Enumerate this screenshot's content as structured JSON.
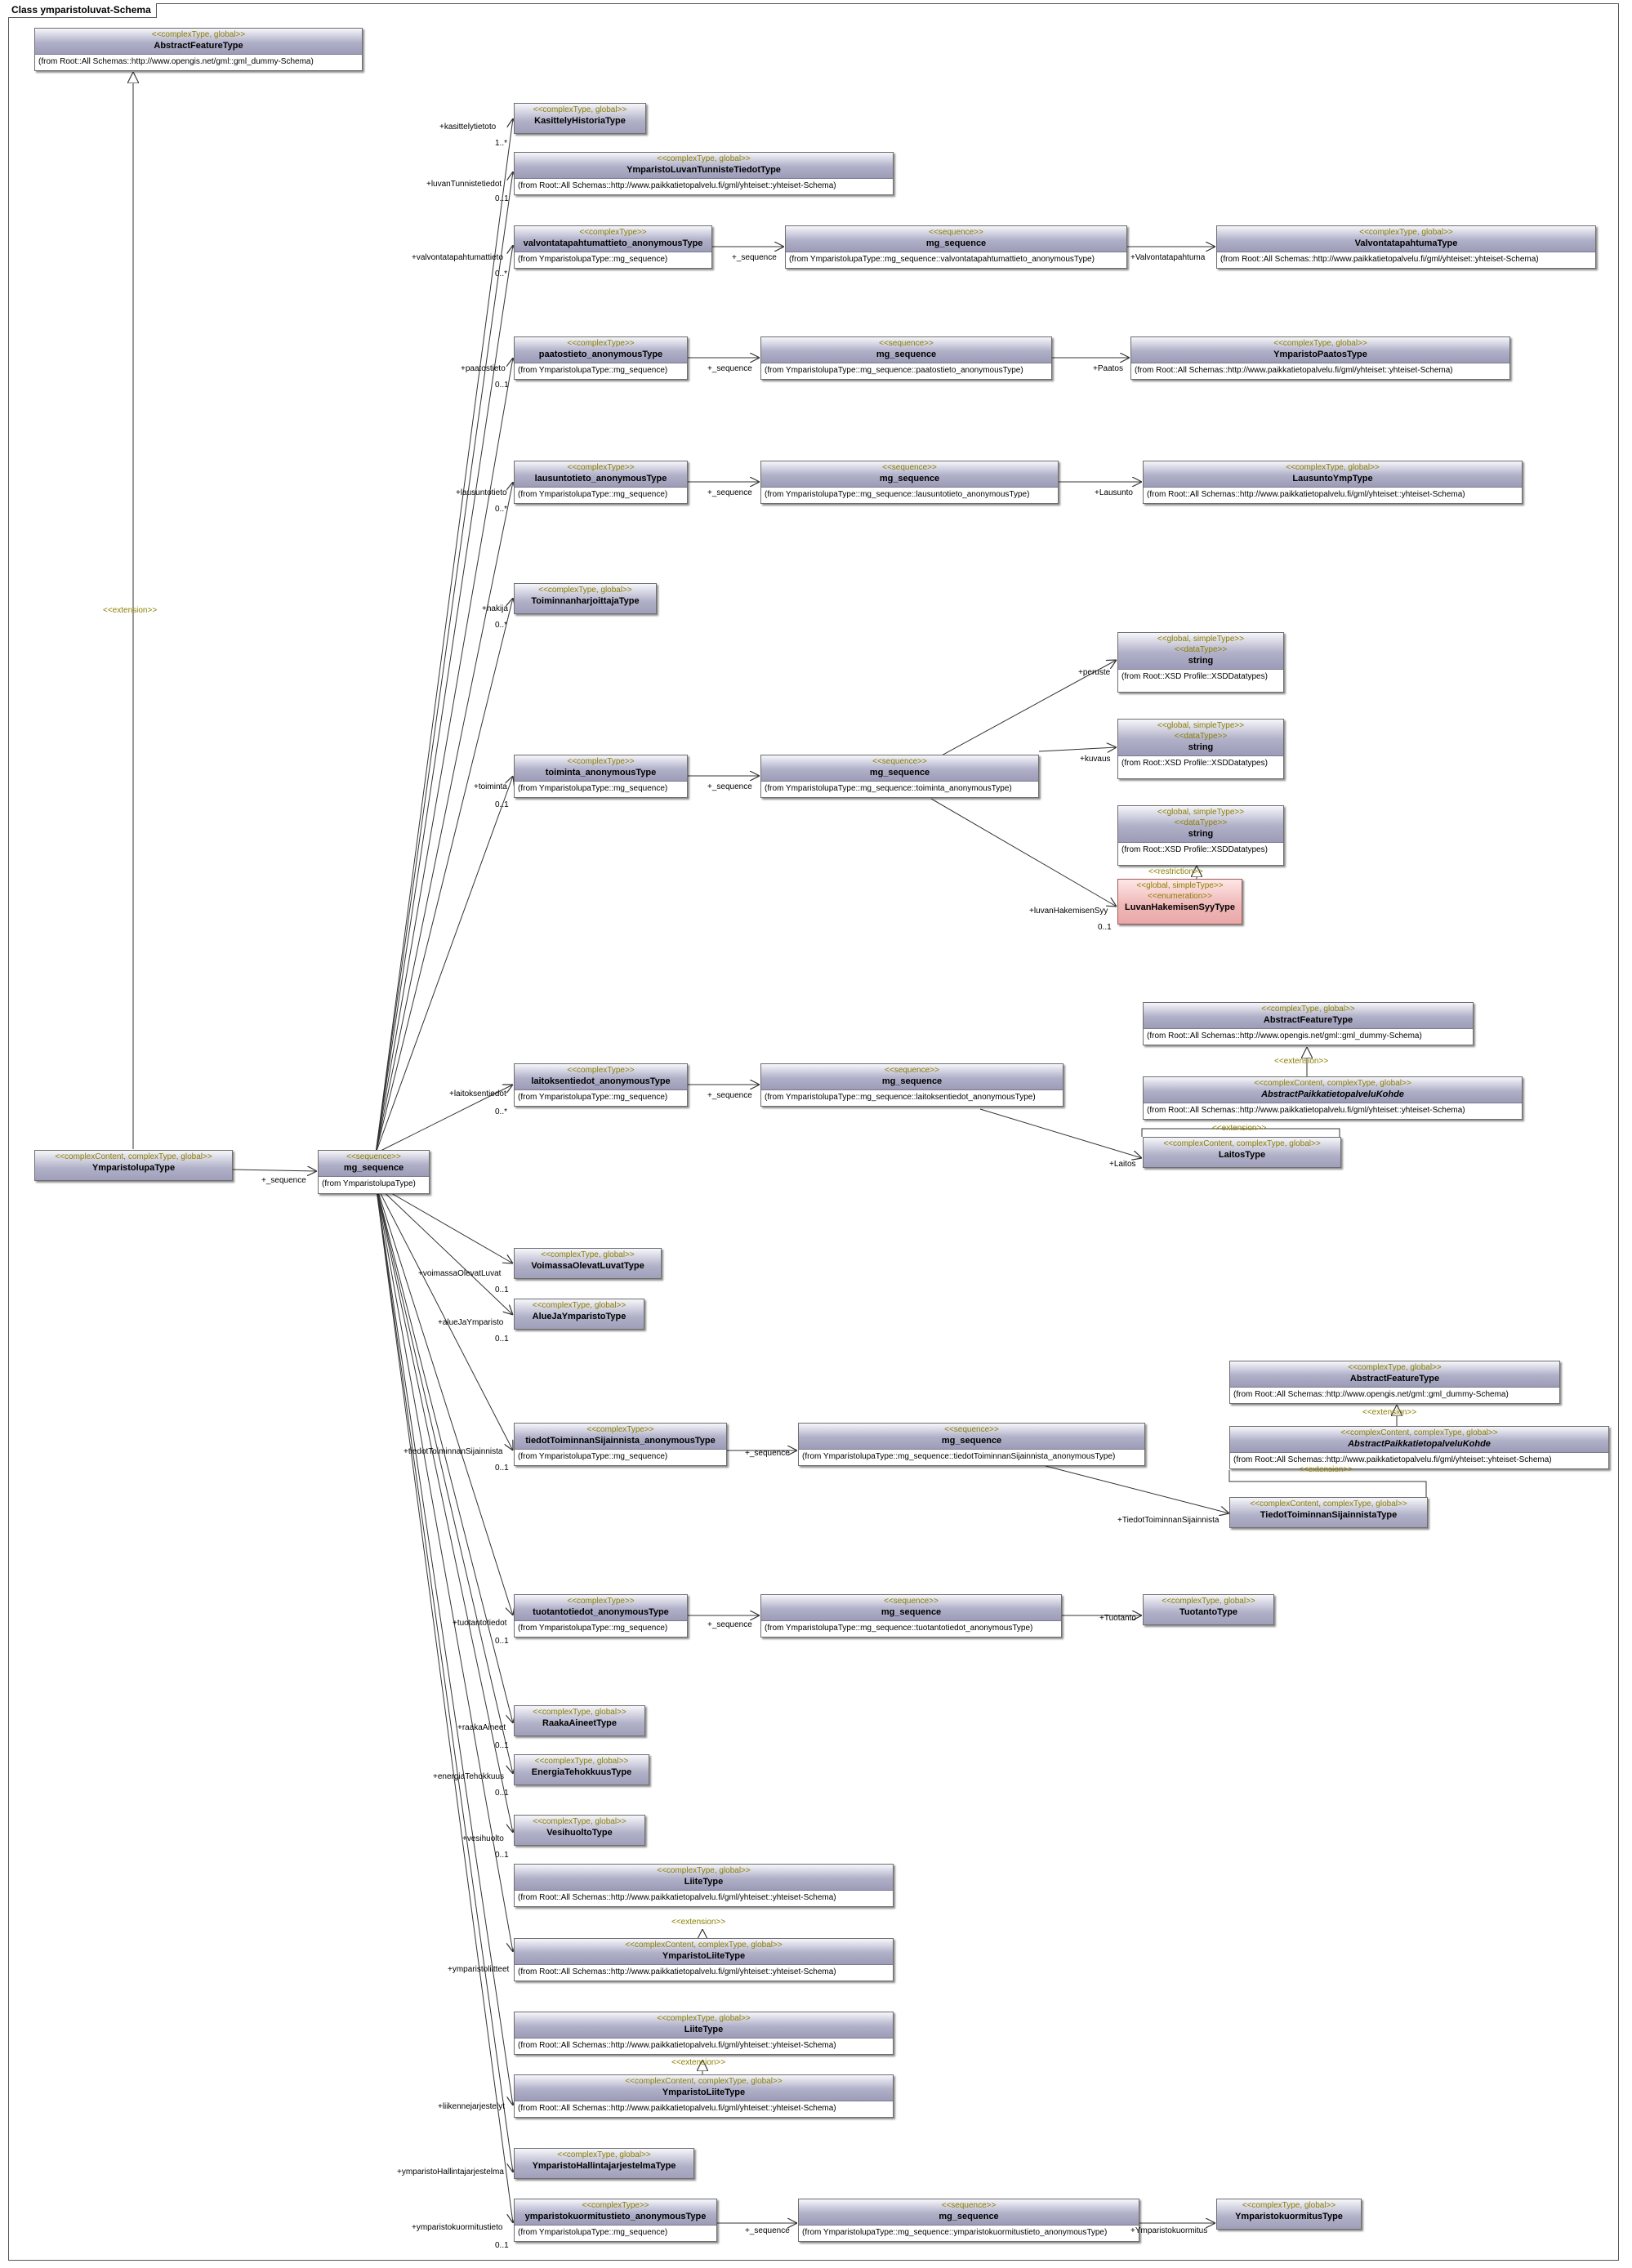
{
  "frame_title": "Class ymparistoluvat-Schema",
  "colors": {
    "stereotype": "#8a7f00",
    "class_header": "#a8a8c4",
    "enum_header": "#efb7b7",
    "line": "#333333"
  },
  "classes": {
    "abstract_top": {
      "stereo": "<<complexType, global>>",
      "name": "AbstractFeatureType",
      "from": "(from Root::All Schemas::http://www.opengis.net/gml::gml_dummy-Schema)"
    },
    "ymparistolupa": {
      "stereo": "<<complexContent, complexType, global>>",
      "name": "YmparistolupaType",
      "from": ""
    },
    "mg_main": {
      "stereo": "<<sequence>>",
      "name": "mg_sequence",
      "from": "(from YmparistolupaType)"
    },
    "kasittely": {
      "stereo": "<<complexType, global>>",
      "name": "KasittelyHistoriaType",
      "from": ""
    },
    "luvantunniste": {
      "stereo": "<<complexType, global>>",
      "name": "YmparistoLuvanTunnisteTiedotType",
      "from": "(from Root::All Schemas::http://www.paikkatietopalvelu.fi/gml/yhteiset::yhteiset-Schema)"
    },
    "valvonta_anon": {
      "stereo": "<<complexType>>",
      "name": "valvontatapahtumattieto_anonymousType",
      "from": "(from YmparistolupaType::mg_sequence)"
    },
    "valvonta_mg": {
      "stereo": "<<sequence>>",
      "name": "mg_sequence",
      "from": "(from YmparistolupaType::mg_sequence::valvontatapahtumattieto_anonymousType)"
    },
    "valvonta_type": {
      "stereo": "<<complexType, global>>",
      "name": "ValvontatapahtumaType",
      "from": "(from Root::All Schemas::http://www.paikkatietopalvelu.fi/gml/yhteiset::yhteiset-Schema)"
    },
    "paatos_anon": {
      "stereo": "<<complexType>>",
      "name": "paatostieto_anonymousType",
      "from": "(from YmparistolupaType::mg_sequence)"
    },
    "paatos_mg": {
      "stereo": "<<sequence>>",
      "name": "mg_sequence",
      "from": "(from YmparistolupaType::mg_sequence::paatostieto_anonymousType)"
    },
    "paatos_type": {
      "stereo": "<<complexType, global>>",
      "name": "YmparistoPaatosType",
      "from": "(from Root::All Schemas::http://www.paikkatietopalvelu.fi/gml/yhteiset::yhteiset-Schema)"
    },
    "lausunto_anon": {
      "stereo": "<<complexType>>",
      "name": "lausuntotieto_anonymousType",
      "from": "(from YmparistolupaType::mg_sequence)"
    },
    "lausunto_mg": {
      "stereo": "<<sequence>>",
      "name": "mg_sequence",
      "from": "(from YmparistolupaType::mg_sequence::lausuntotieto_anonymousType)"
    },
    "lausunto_type": {
      "stereo": "<<complexType, global>>",
      "name": "LausuntoYmpType",
      "from": "(from Root::All Schemas::http://www.paikkatietopalvelu.fi/gml/yhteiset::yhteiset-Schema)"
    },
    "toiminnan_harj": {
      "stereo": "<<complexType, global>>",
      "name": "ToiminnanharjoittajaType",
      "from": ""
    },
    "toiminta_anon": {
      "stereo": "<<complexType>>",
      "name": "toiminta_anonymousType",
      "from": "(from YmparistolupaType::mg_sequence)"
    },
    "toiminta_mg": {
      "stereo": "<<sequence>>",
      "name": "mg_sequence",
      "from": "(from YmparistolupaType::mg_sequence::toiminta_anonymousType)"
    },
    "string1": {
      "stereo": "<<global, simpleType>>",
      "stereo2": "<<dataType>>",
      "name": "string",
      "from": "(from Root::XSD Profile::XSDDatatypes)"
    },
    "string2": {
      "stereo": "<<global, simpleType>>",
      "stereo2": "<<dataType>>",
      "name": "string",
      "from": "(from Root::XSD Profile::XSDDatatypes)"
    },
    "string3": {
      "stereo": "<<global, simpleType>>",
      "stereo2": "<<dataType>>",
      "name": "string",
      "from": "(from Root::XSD Profile::XSDDatatypes)"
    },
    "luvanhak": {
      "stereo": "<<global, simpleType>>",
      "stereo2": "<<enumeration>>",
      "name": "LuvanHakemisenSyyType",
      "from": ""
    },
    "abstract_2": {
      "stereo": "<<complexType, global>>",
      "name": "AbstractFeatureType",
      "from": "(from Root::All Schemas::http://www.opengis.net/gml::gml_dummy-Schema)"
    },
    "apk_1": {
      "stereo": "<<complexContent, complexType, global>>",
      "name": "AbstractPaikkatietopalveluKohde",
      "from": "(from Root::All Schemas::http://www.paikkatietopalvelu.fi/gml/yhteiset::yhteiset-Schema)"
    },
    "laitos_type": {
      "stereo": "<<complexContent, complexType, global>>",
      "name": "LaitosType",
      "from": ""
    },
    "laitos_anon": {
      "stereo": "<<complexType>>",
      "name": "laitoksentiedot_anonymousType",
      "from": "(from YmparistolupaType::mg_sequence)"
    },
    "laitos_mg": {
      "stereo": "<<sequence>>",
      "name": "mg_sequence",
      "from": "(from YmparistolupaType::mg_sequence::laitoksentiedot_anonymousType)"
    },
    "voimassa": {
      "stereo": "<<complexType, global>>",
      "name": "VoimassaOlevatLuvatType",
      "from": ""
    },
    "alue": {
      "stereo": "<<complexType, global>>",
      "name": "AlueJaYmparistoType",
      "from": ""
    },
    "abstract_3": {
      "stereo": "<<complexType, global>>",
      "name": "AbstractFeatureType",
      "from": "(from Root::All Schemas::http://www.opengis.net/gml::gml_dummy-Schema)"
    },
    "apk_2": {
      "stereo": "<<complexContent, complexType, global>>",
      "name": "AbstractPaikkatietopalveluKohde",
      "from": "(from Root::All Schemas::http://www.paikkatietopalvelu.fi/gml/yhteiset::yhteiset-Schema)"
    },
    "tts_type": {
      "stereo": "<<complexContent, complexType, global>>",
      "name": "TiedotToiminnanSijainnistaType",
      "from": ""
    },
    "tts_anon": {
      "stereo": "<<complexType>>",
      "name": "tiedotToiminnanSijainnista_anonymousType",
      "from": "(from YmparistolupaType::mg_sequence)"
    },
    "tts_mg": {
      "stereo": "<<sequence>>",
      "name": "mg_sequence",
      "from": "(from YmparistolupaType::mg_sequence::tiedotToiminnanSijainnista_anonymousType)"
    },
    "tuotanto_anon": {
      "stereo": "<<complexType>>",
      "name": "tuotantotiedot_anonymousType",
      "from": "(from YmparistolupaType::mg_sequence)"
    },
    "tuotanto_mg": {
      "stereo": "<<sequence>>",
      "name": "mg_sequence",
      "from": "(from YmparistolupaType::mg_sequence::tuotantotiedot_anonymousType)"
    },
    "tuotanto_type": {
      "stereo": "<<complexType, global>>",
      "name": "TuotantoType",
      "from": ""
    },
    "raaka": {
      "stereo": "<<complexType, global>>",
      "name": "RaakaAineetType",
      "from": ""
    },
    "energia": {
      "stereo": "<<complexType, global>>",
      "name": "EnergiaTehokkuusType",
      "from": ""
    },
    "vesihuolto": {
      "stereo": "<<complexType, global>>",
      "name": "VesihuoltoType",
      "from": ""
    },
    "liite1": {
      "stereo": "<<complexType, global>>",
      "name": "LiiteType",
      "from": "(from Root::All Schemas::http://www.paikkatietopalvelu.fi/gml/yhteiset::yhteiset-Schema)"
    },
    "yliite1": {
      "stereo": "<<complexContent, complexType, global>>",
      "name": "YmparistoLiiteType",
      "from": "(from Root::All Schemas::http://www.paikkatietopalvelu.fi/gml/yhteiset::yhteiset-Schema)"
    },
    "liite2": {
      "stereo": "<<complexType, global>>",
      "name": "LiiteType",
      "from": "(from Root::All Schemas::http://www.paikkatietopalvelu.fi/gml/yhteiset::yhteiset-Schema)"
    },
    "yliite2": {
      "stereo": "<<complexContent, complexType, global>>",
      "name": "YmparistoLiiteType",
      "from": "(from Root::All Schemas::http://www.paikkatietopalvelu.fi/gml/yhteiset::yhteiset-Schema)"
    },
    "hallinta": {
      "stereo": "<<complexType, global>>",
      "name": "YmparistoHallintajarjestelmaType",
      "from": ""
    },
    "kuorm_anon": {
      "stereo": "<<complexType>>",
      "name": "ymparistokuormitustieto_anonymousType",
      "from": "(from YmparistolupaType::mg_sequence)"
    },
    "kuorm_mg": {
      "stereo": "<<sequence>>",
      "name": "mg_sequence",
      "from": "(from YmparistolupaType::mg_sequence::ymparistokuormitustieto_anonymousType)"
    },
    "kuorm_type": {
      "stereo": "<<complexType, global>>",
      "name": "YmparistokuormitusType",
      "from": ""
    }
  },
  "labels": {
    "kasittely_role": "+kasittelytietoto",
    "kasittely_mult": "1..*",
    "tunniste_role": "+luvanTunnistetiedot",
    "tunniste_mult": "0..1",
    "valvonta_role": "+valvontatapahtumattieto",
    "valvonta_mult": "0..*",
    "paatos_role": "+paatostieto",
    "paatos_mult": "0..1",
    "lausunto_role": "+lausuntotieto",
    "lausunto_mult": "0..*",
    "hakija_role": "+hakija",
    "hakija_mult": "0..*",
    "toiminta_role": "+toiminta",
    "toiminta_mult": "0..1",
    "laitos_role": "+laitoksentiedot",
    "laitos_mult": "0..*",
    "voimassa_role": "+voimassaOlevatLuvat",
    "voimassa_mult": "0..1",
    "alue_role": "+alueJaYmparisto",
    "alue_mult": "0..1",
    "tts_role": "+tiedotToiminnanSijainnista",
    "tts_mult": "0..1",
    "tuotanto_role": "+tuotantotiedot",
    "tuotanto_mult": "0..1",
    "raaka_role": "+raakaAineet",
    "raaka_mult": "0..1",
    "energia_role": "+energiaTehokkuus",
    "energia_mult": "0..1",
    "vesi_role": "+vesihuolto",
    "vesi_mult": "0..1",
    "liitteet_role": "+ymparistoliitteet",
    "liikenne_role": "+liikennejarjestelyt",
    "hallinta_role": "+ymparistoHallintajarjestelma",
    "kuorm_role": "+ymparistokuormitustieto",
    "kuorm_mult": "0..1",
    "seq_main": "+_sequence",
    "seq_valvonta": "+_sequence",
    "seq_paatos": "+_sequence",
    "seq_lausunto": "+_sequence",
    "seq_toiminta": "+_sequence",
    "seq_laitos": "+_sequence",
    "seq_tts": "+_sequence",
    "seq_tuotanto": "+_sequence",
    "seq_kuorm": "+_sequence",
    "valvontatapahtuma": "+Valvontatapahtuma",
    "paatos": "+Paatos",
    "lausunto": "+Lausunto",
    "peruste": "+peruste",
    "kuvaus": "+kuvaus",
    "luvanhak_role": "+luvanHakemisenSyy",
    "luvanhak_mult": "0..1",
    "laitos": "+Laitos",
    "tts": "+TiedotToiminnanSijainnista",
    "tuotanto": "+Tuotanto",
    "kuormitus": "+Ymparistokuormitus",
    "extension": "<<extension>>",
    "restriction": "<<restriction>>"
  }
}
